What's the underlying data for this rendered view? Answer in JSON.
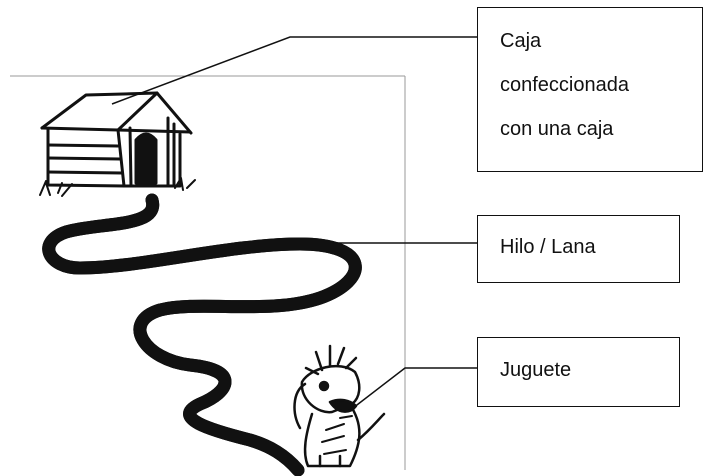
{
  "labels": {
    "box": [
      "Caja",
      "confeccionada",
      "con una caja"
    ],
    "thread": "Hilo / Lana",
    "toy": "Juguete"
  },
  "illustration": {
    "items": [
      "doghouse",
      "yarn-thread",
      "dog-toy"
    ],
    "stroke_color": "#111111"
  }
}
